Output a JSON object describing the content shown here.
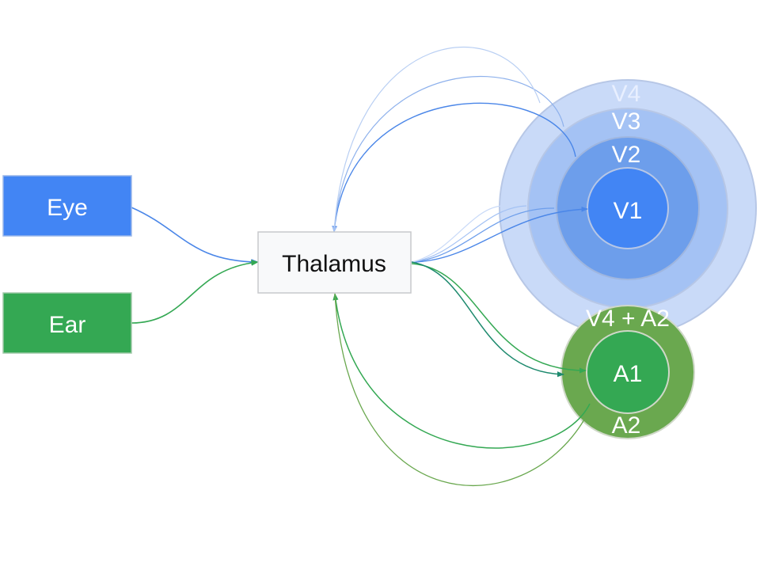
{
  "nodes": {
    "eye": "Eye",
    "ear": "Ear",
    "thalamus": "Thalamus"
  },
  "visual_areas": {
    "v1": "V1",
    "v2": "V2",
    "v3": "V3",
    "v4": "V4"
  },
  "auditory_areas": {
    "a1": "A1",
    "a2": "A2",
    "overlap": "V4 + A2"
  },
  "colors": {
    "eye_box": "#4285f4",
    "ear_box": "#34a853",
    "thalamus_fill": "#f8f9fa",
    "v1": "#4285f4",
    "v2": "#6d9eeb",
    "v3": "#a4c2f4",
    "v4": "#c9daf8",
    "a1": "#34a853",
    "a2": "#6aa84f",
    "visual_arrow": "#4a86e8",
    "auditory_arrow": "#34a853"
  }
}
